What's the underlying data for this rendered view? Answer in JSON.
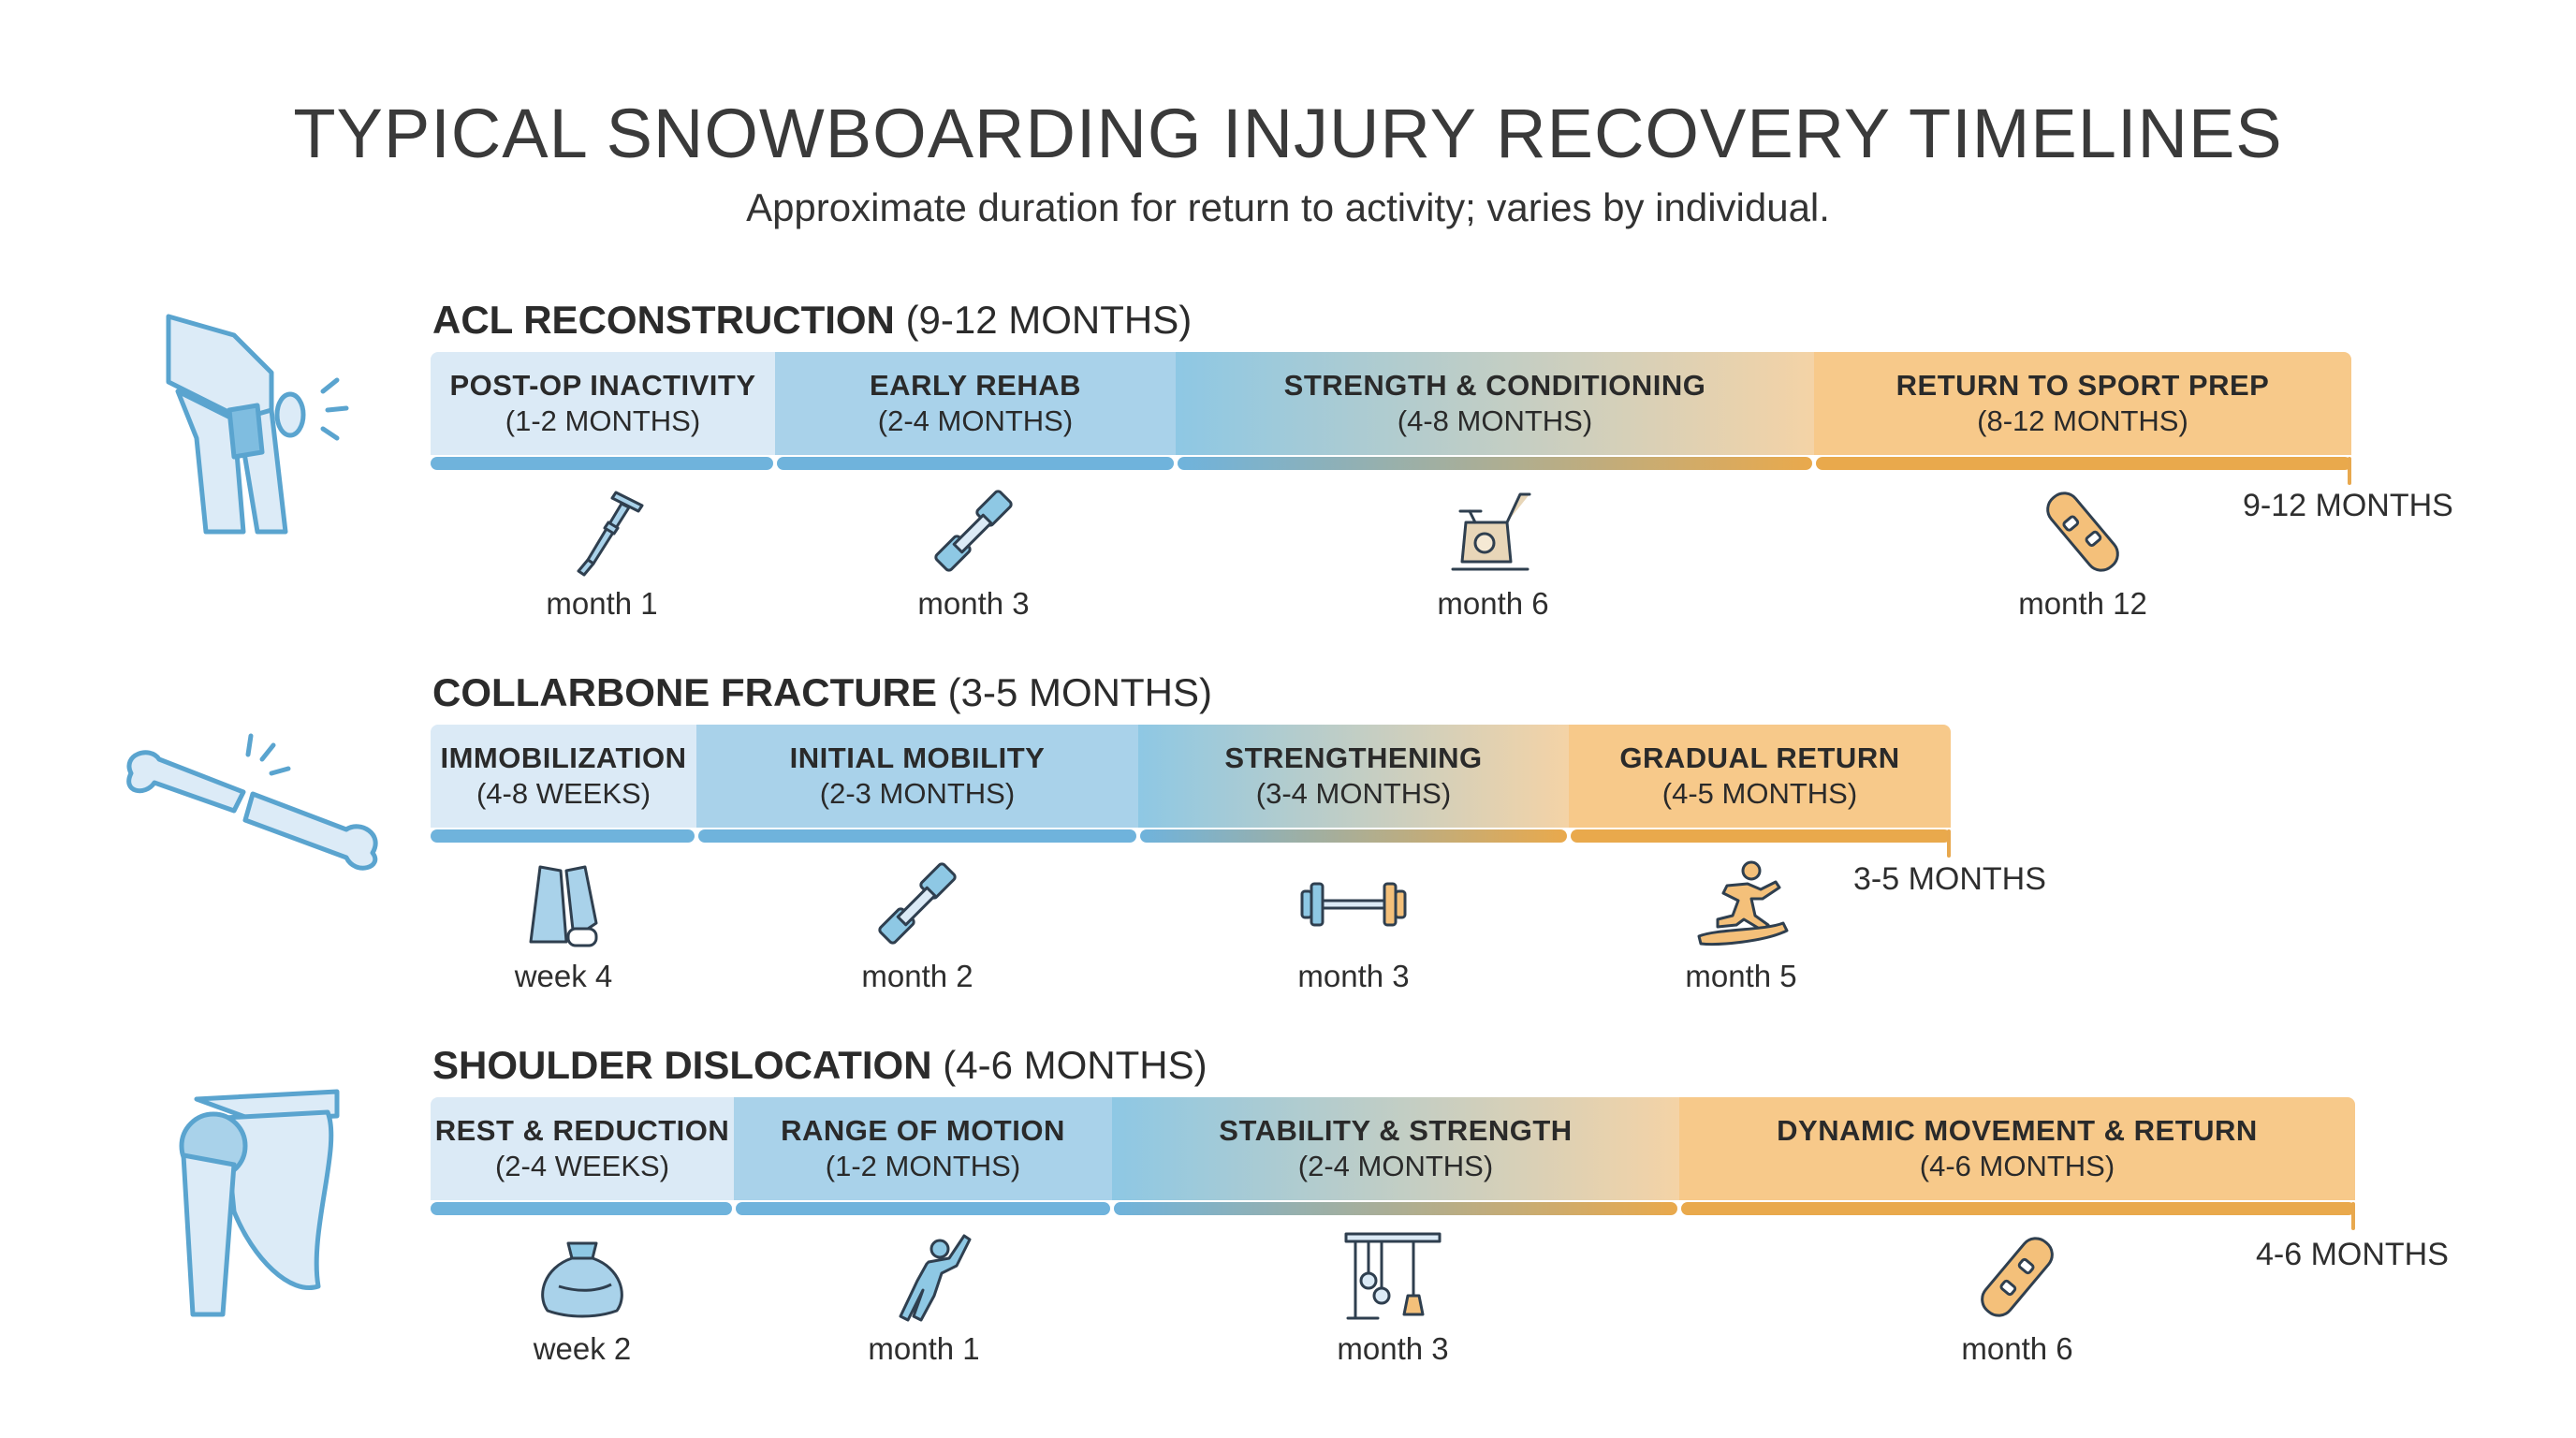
{
  "header": {
    "title": "TYPICAL SNOWBOARDING INJURY RECOVERY TIMELINES",
    "subtitle": "Approximate duration for return to activity; varies by individual."
  },
  "colors": {
    "phase_light": "#dbeaf6",
    "phase_blue": "#a9d2ea",
    "phase_mid_start": "#8ec8e4",
    "phase_mid_end": "#f4d3a6",
    "phase_orange": "#f7c98a",
    "underline_blue": "#6fb3dc",
    "underline_orange": "#e9a94c",
    "icon_stroke": "#5aa4cf"
  },
  "sections": [
    {
      "title": "ACL RECONSTRUCTION",
      "duration": "(9-12 MONTHS)",
      "body_icon": "knee-icon",
      "total_label": "9-12 MONTHS",
      "phases": [
        {
          "name": "POST-OP INACTIVITY",
          "length": "(1-2 MONTHS)"
        },
        {
          "name": "EARLY REHAB",
          "length": "(2-4 MONTHS)"
        },
        {
          "name": "STRENGTH & CONDITIONING",
          "length": "(4-8 MONTHS)"
        },
        {
          "name": "RETURN TO SPORT PREP",
          "length": "(8-12 MONTHS)"
        }
      ],
      "milestones": [
        {
          "label": "month 1",
          "icon": "crutch-icon"
        },
        {
          "label": "month 3",
          "icon": "dumbbell-icon"
        },
        {
          "label": "month 6",
          "icon": "exercise-bike-icon"
        },
        {
          "label": "month 12",
          "icon": "snowboard-icon"
        }
      ]
    },
    {
      "title": "COLLARBONE FRACTURE",
      "duration": "(3-5 MONTHS)",
      "body_icon": "collarbone-icon",
      "total_label": "3-5 MONTHS",
      "phases": [
        {
          "name": "IMMOBILIZATION",
          "length": "(4-8 WEEKS)"
        },
        {
          "name": "INITIAL MOBILITY",
          "length": "(2-3 MONTHS)"
        },
        {
          "name": "STRENGTHENING",
          "length": "(3-4 MONTHS)"
        },
        {
          "name": "GRADUAL RETURN",
          "length": "(4-5 MONTHS)"
        }
      ],
      "milestones": [
        {
          "label": "week 4",
          "icon": "sling-icon"
        },
        {
          "label": "month 2",
          "icon": "dumbbell-icon"
        },
        {
          "label": "month 3",
          "icon": "barbell-icon"
        },
        {
          "label": "month 5",
          "icon": "snowboarder-icon"
        }
      ]
    },
    {
      "title": "SHOULDER DISLOCATION",
      "duration": "(4-6 MONTHS)",
      "body_icon": "shoulder-icon",
      "total_label": "4-6 MONTHS",
      "phases": [
        {
          "name": "REST & REDUCTION",
          "length": "(2-4 WEEKS)"
        },
        {
          "name": "RANGE OF MOTION",
          "length": "(1-2 MONTHS)"
        },
        {
          "name": "STABILITY & STRENGTH",
          "length": "(2-4 MONTHS)"
        },
        {
          "name": "DYNAMIC MOVEMENT & RETURN",
          "length": "(4-6 MONTHS)"
        }
      ],
      "milestones": [
        {
          "label": "week 2",
          "icon": "ice-pack-icon"
        },
        {
          "label": "month 1",
          "icon": "stretching-icon"
        },
        {
          "label": "month 3",
          "icon": "cable-machine-icon"
        },
        {
          "label": "month 6",
          "icon": "snowboard-icon"
        }
      ]
    }
  ]
}
